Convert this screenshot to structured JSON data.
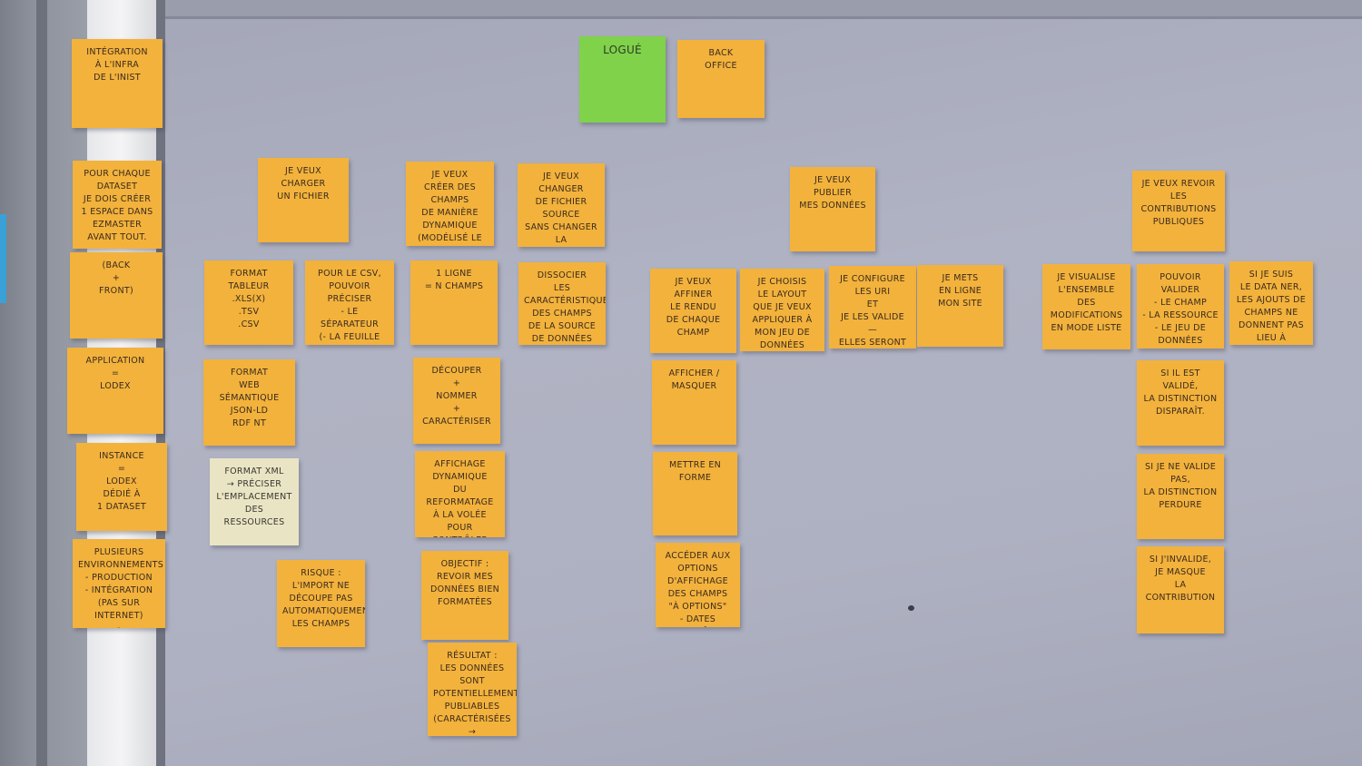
{
  "colors": {
    "note": "#f2b23c",
    "green_note": "#7fd24a",
    "cream_note": "#e9e5c4",
    "wall": "#a8abbb",
    "ink": "#3b2a1e"
  },
  "notes": [
    {
      "text": "Intégration\nà l'infra\nde l'Inist"
    },
    {
      "text": "Pour chaque\ndataset\nje dois créer\n1 espace dans\nEZMaster\navant tout."
    },
    {
      "text": "(Back\n+\nFront)"
    },
    {
      "text": "Application\n=\nLodex"
    },
    {
      "text": "Instance\n=\nLodex\ndédié à\n1 dataset"
    },
    {
      "text": "Plusieurs\nenvironnements\n- Production\n- Intégration (pas sur internet)\n- Développement"
    },
    {
      "text": "Logué"
    },
    {
      "text": "Back\noffice"
    },
    {
      "text": "Je veux\ncharger\nun fichier"
    },
    {
      "text": "Je veux\ncréer des\nchamps\nde manière\ndynamique\n(modélisé le fichier)"
    },
    {
      "text": "Je veux changer\nde fichier source\nsans changer\nla modélisation\ndes champs\n(garder le format)"
    },
    {
      "text": "Format\ntableur\n.XLS(X)\n.TSV\n.CSV"
    },
    {
      "text": "Pour le CSV,\npouvoir préciser\n- le séparateur\n(- la feuille dans un classeur)"
    },
    {
      "text": "1 ligne\n= n champs"
    },
    {
      "text": "Dissocier\nles caractéristiques\ndes champs\nde la source\nde données"
    },
    {
      "text": "Format\nweb sémantique\nJSON-LD\nRDF NT"
    },
    {
      "text": "Format XML\n→ préciser\nl'emplacement\ndes ressources"
    },
    {
      "text": "Risque :\nl'import ne\ndécoupe pas\nautomatiquement\nles champs"
    },
    {
      "text": "Découper\n+\nnommer\n+\ncaractériser"
    },
    {
      "text": "Affichage\ndynamique\ndu reformatage\nà la volée\npour contrôler\nle résultat"
    },
    {
      "text": "Objectif :\nrevoir mes\ndonnées bien\nformatées"
    },
    {
      "text": "Résultat :\nles données\nsont\npotentiellement\npubliables\n(caractérisées → interopérables)"
    },
    {
      "text": "Je veux\npublier\nmes données"
    },
    {
      "text": "Je veux affiner\nle rendu\nde chaque\nchamp"
    },
    {
      "text": "Je choisis\nle layout\nque je veux\nappliquer à\nmon jeu de\ndonnées"
    },
    {
      "text": "Je configure\nles URI\net\nje les valide\n—\nelles seront\nfigées !"
    },
    {
      "text": "Je mets\nen ligne\nmon site"
    },
    {
      "text": "Afficher /\nmasquer"
    },
    {
      "text": "Mettre en\nforme"
    },
    {
      "text": "Accéder aux\noptions d'affichage\ndes champs\n\"à options\"\n- dates\n- requêtes istex\n- images - listes"
    },
    {
      "text": "Je veux revoir\nles contributions\npubliques"
    },
    {
      "text": "Je visualise\nl'ensemble\ndes modifications\nen mode liste"
    },
    {
      "text": "Pouvoir valider\n- le champ\n- la ressource\n- le jeu de données"
    },
    {
      "text": "Si je suis\nle data ner,\nles ajouts de\nchamps ne\ndonnent pas\nlieu à validation"
    },
    {
      "text": "Si il est validé,\nla distinction\ndisparaît."
    },
    {
      "text": "Si je ne valide\npas,\nla distinction\nperdure"
    },
    {
      "text": "Si j'invalide,\nje masque\nla contribution"
    }
  ]
}
